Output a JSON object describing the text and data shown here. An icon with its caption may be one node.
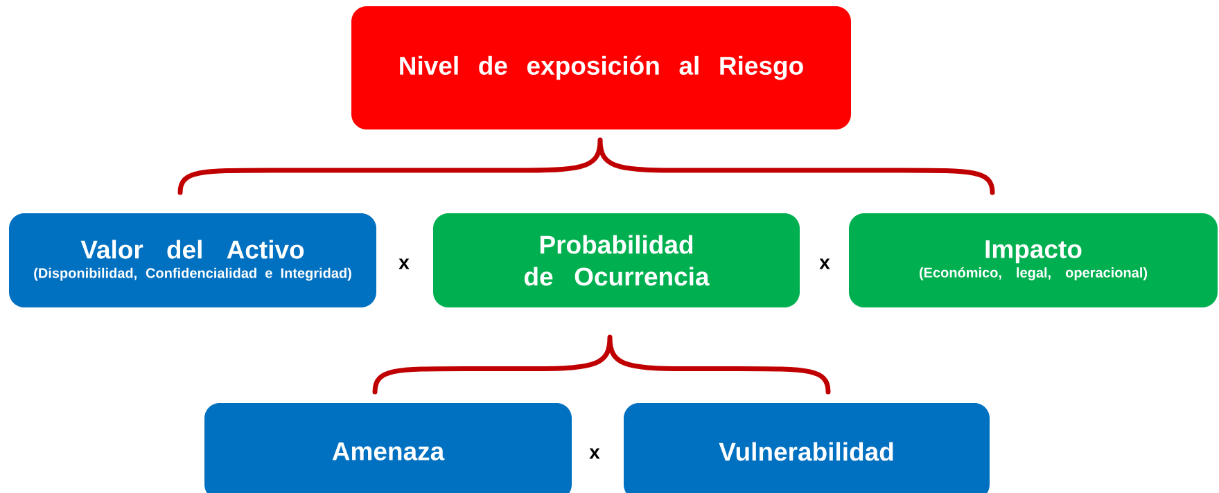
{
  "diagram": {
    "nodes": [
      {
        "text": [
          "Nivel de exposición al Riesgo"
        ]
      },
      {
        "text": [
          "Valor del Activo",
          "(Disponibilidad, Confidencialidad e Integridad)"
        ]
      },
      {
        "text": [
          "Probabilidad de Ocurrencia"
        ]
      },
      {
        "text": [
          "Impacto",
          "(Económico, legal, operacional)"
        ]
      },
      {
        "text": [
          "Amenaza"
        ]
      },
      {
        "text": [
          "Vulnerabilidad"
        ]
      }
    ],
    "labels": [
      "x",
      "x",
      "x"
    ]
  }
}
